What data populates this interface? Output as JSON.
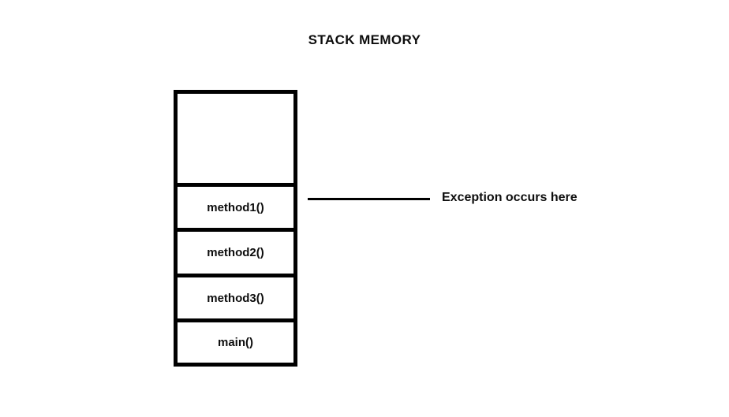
{
  "diagram": {
    "title": "STACK MEMORY",
    "background_color": "#ffffff",
    "stroke_color": "#000000",
    "text_color": "#0d0d0d"
  },
  "stack": {
    "cells": [
      {
        "label": "",
        "type": "empty"
      },
      {
        "label": "method1()",
        "type": "frame"
      },
      {
        "label": "method2()",
        "type": "frame"
      },
      {
        "label": "method3()",
        "type": "frame"
      },
      {
        "label": "main()",
        "type": "frame"
      }
    ]
  },
  "annotation": {
    "text": "Exception occurs here",
    "points_to": "method1()"
  }
}
